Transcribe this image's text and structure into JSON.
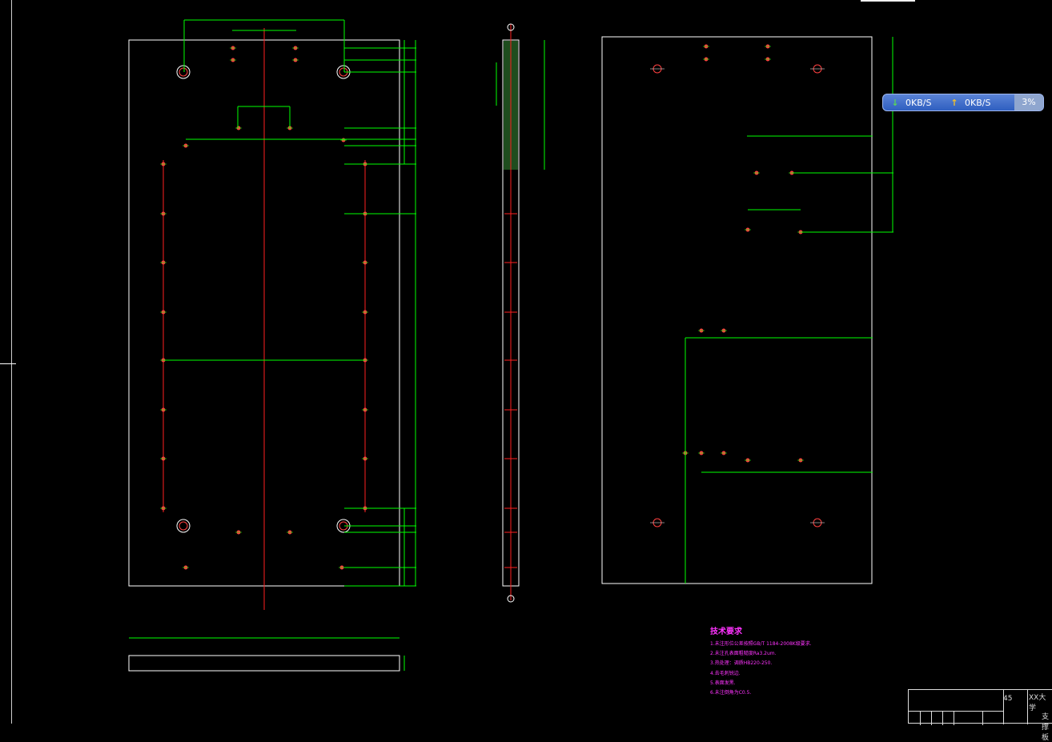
{
  "net_monitor": {
    "download": "0KB/S",
    "upload": "0KB/S",
    "percent": "3%",
    "down_icon": "arrow-down-icon",
    "up_icon": "arrow-up-icon"
  },
  "tech_requirements": {
    "heading": "技术要求",
    "lines": [
      "1.未注形位公差按照GB/T 1184-2008K级要求.",
      "2.未注孔表面粗糙度Ra3.2um.",
      "3.热处理：调质HB220-250.",
      "4.去毛刺锐边.",
      "5.表面发黑.",
      "6.未注倒角为C0.5."
    ]
  },
  "title_block": {
    "material": "45",
    "school": "XX大学",
    "drawing_name": "支撑板"
  },
  "colors": {
    "background": "#000000",
    "outline": "#ffffff",
    "dimension": "#00ff00",
    "centerline": "#ff2020",
    "annotation": "#ff33ff",
    "hole": "#ff4040"
  }
}
